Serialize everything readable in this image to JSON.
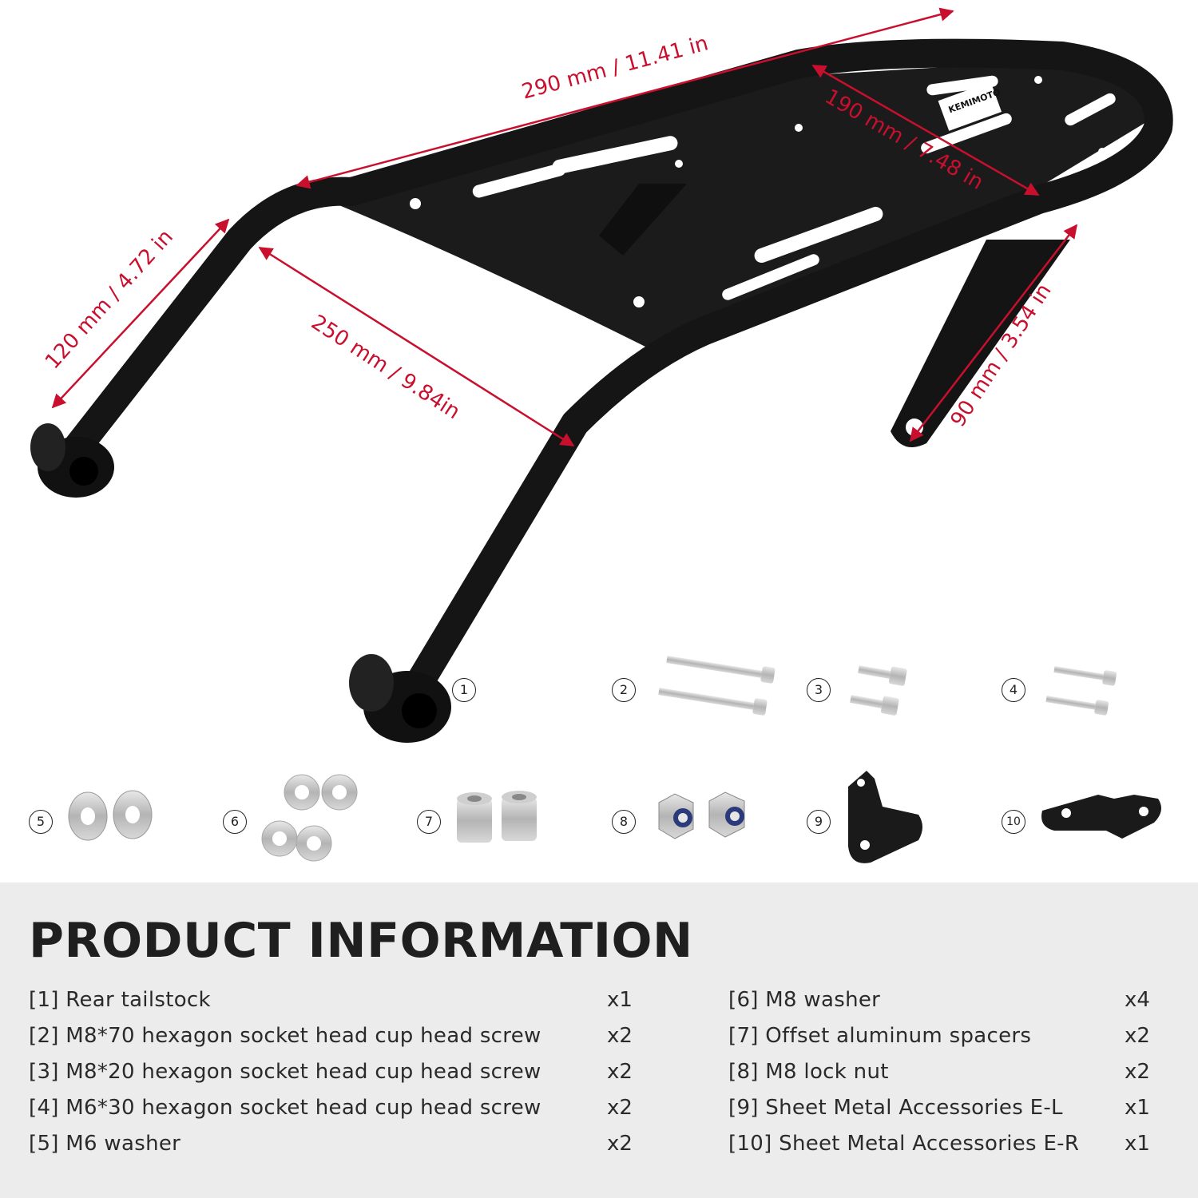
{
  "dimensions": {
    "total_length": "290 mm / 11.41 in",
    "plate_length": "190 mm / 7.48 in",
    "leg_length": "120 mm / 4.72 in",
    "inner_width": "250 mm / 9.84in",
    "bracket_length": "90 mm / 3.54 in"
  },
  "brand_logo": "KEMIMOTO",
  "callouts": [
    "1",
    "2",
    "3",
    "4",
    "5",
    "6",
    "7",
    "8",
    "9",
    "10"
  ],
  "product_info": {
    "title": "PRODUCT INFORMATION",
    "left_items": [
      {
        "label": "[1] Rear tailstock",
        "qty": "x1"
      },
      {
        "label": "[2] M8*70 hexagon socket head cup head screw",
        "qty": "x2"
      },
      {
        "label": "[3] M8*20 hexagon socket head cup head screw",
        "qty": "x2"
      },
      {
        "label": "[4] M6*30 hexagon socket head cup head screw",
        "qty": "x2"
      },
      {
        "label": "[5] M6 washer",
        "qty": "x2"
      }
    ],
    "right_items": [
      {
        "label": "[6] M8 washer",
        "qty": "x4"
      },
      {
        "label": "[7] Offset aluminum spacers",
        "qty": "x2"
      },
      {
        "label": "[8] M8 lock nut",
        "qty": "x2"
      },
      {
        "label": "[9] Sheet Metal Accessories E-L",
        "qty": "x1"
      },
      {
        "label": "[10] Sheet Metal Accessories E-R",
        "qty": "x1"
      }
    ]
  },
  "colors": {
    "dimension": "#c8102e",
    "rack": "#161616",
    "panel": "#ececec",
    "text": "#2a2a2a"
  }
}
